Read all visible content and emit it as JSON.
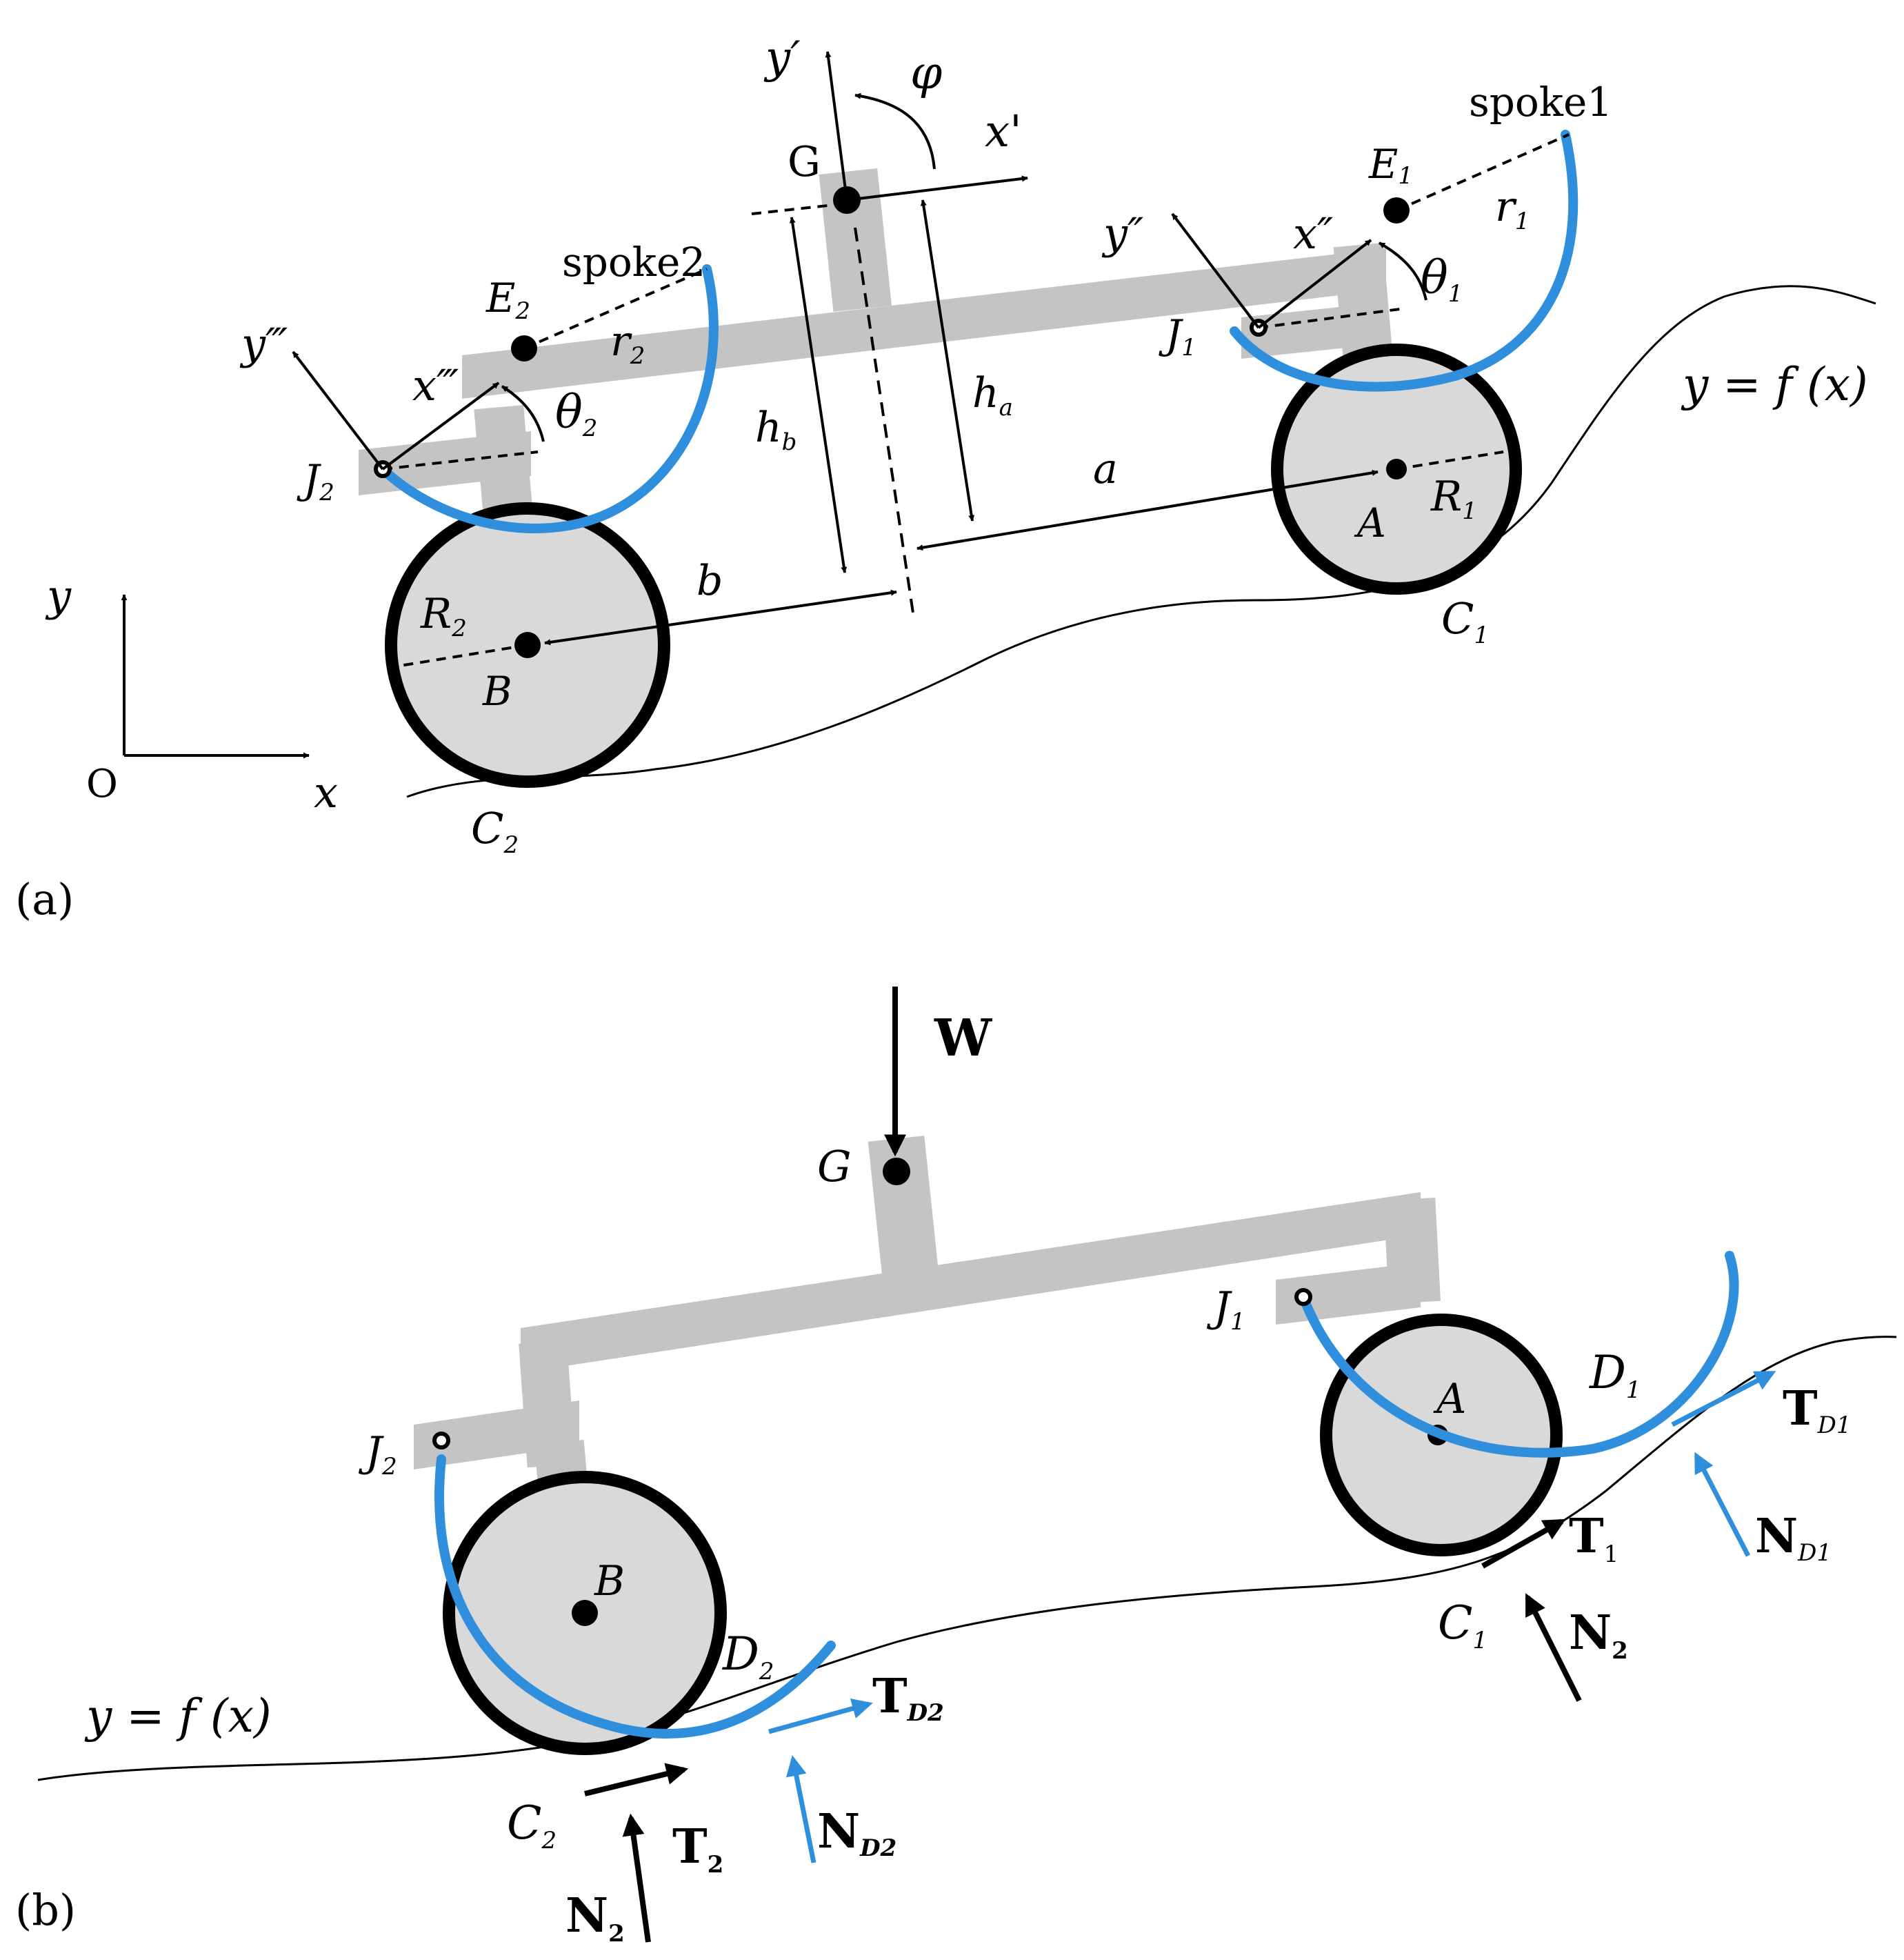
{
  "colors": {
    "body": "#c4c4c4",
    "wheel_fill": "#d9d9d9",
    "spoke": "#2f8fdc",
    "ink": "#000000",
    "blue_force": "#2f8fdc"
  },
  "panel_a": {
    "tag": "(a)",
    "y_axis_prime": "y′",
    "x_axis_prime": "x'",
    "phi": "φ",
    "G": "G",
    "spoke1": "spoke1",
    "spoke2": "spoke2",
    "E1": "E",
    "E1_sub": "1",
    "E2": "E",
    "E2_sub": "2",
    "r1": "r",
    "r1_sub": "1",
    "r2": "r",
    "r2_sub": "2",
    "y2prime": "y″",
    "x2prime": "x″",
    "y3prime": "y‴",
    "x3prime": "x‴",
    "theta1": "θ",
    "theta1_sub": "1",
    "theta2": "θ",
    "theta2_sub": "2",
    "J1": "J",
    "J1_sub": "1",
    "J2": "J",
    "J2_sub": "2",
    "h_a": "h",
    "h_a_sub": "a",
    "h_b": "h",
    "h_b_sub": "b",
    "a": "a",
    "b": "b",
    "A": "A",
    "B": "B",
    "R1": "R",
    "R1_sub": "1",
    "R2": "R",
    "R2_sub": "2",
    "C1": "C",
    "C1_sub": "1",
    "C2": "C",
    "C2_sub": "2",
    "road": "y = f (x)",
    "origin_y": "y",
    "origin_x": "x",
    "origin_O": "O"
  },
  "panel_b": {
    "tag": "(b)",
    "W": "W",
    "G": "G",
    "J1": "J",
    "J1_sub": "1",
    "J2": "J",
    "J2_sub": "2",
    "A": "A",
    "B": "B",
    "D1": "D",
    "D1_sub": "1",
    "D2": "D",
    "D2_sub": "2",
    "TD1": "T",
    "TD1_sub": "D1",
    "ND1": "N",
    "ND1_sub": "D1",
    "TD2": "T",
    "TD2_sub": "D2",
    "ND2": "N",
    "ND2_sub": "D2",
    "T1": "T",
    "T1_sub": "1",
    "N_right": "N",
    "N_right_sub": "2",
    "C1": "C",
    "C1_sub": "1",
    "C2": "C",
    "C2_sub": "2",
    "T2": "T",
    "T2_sub": "2",
    "N2": "N",
    "N2_sub": "2",
    "road": "y = f (x)"
  }
}
